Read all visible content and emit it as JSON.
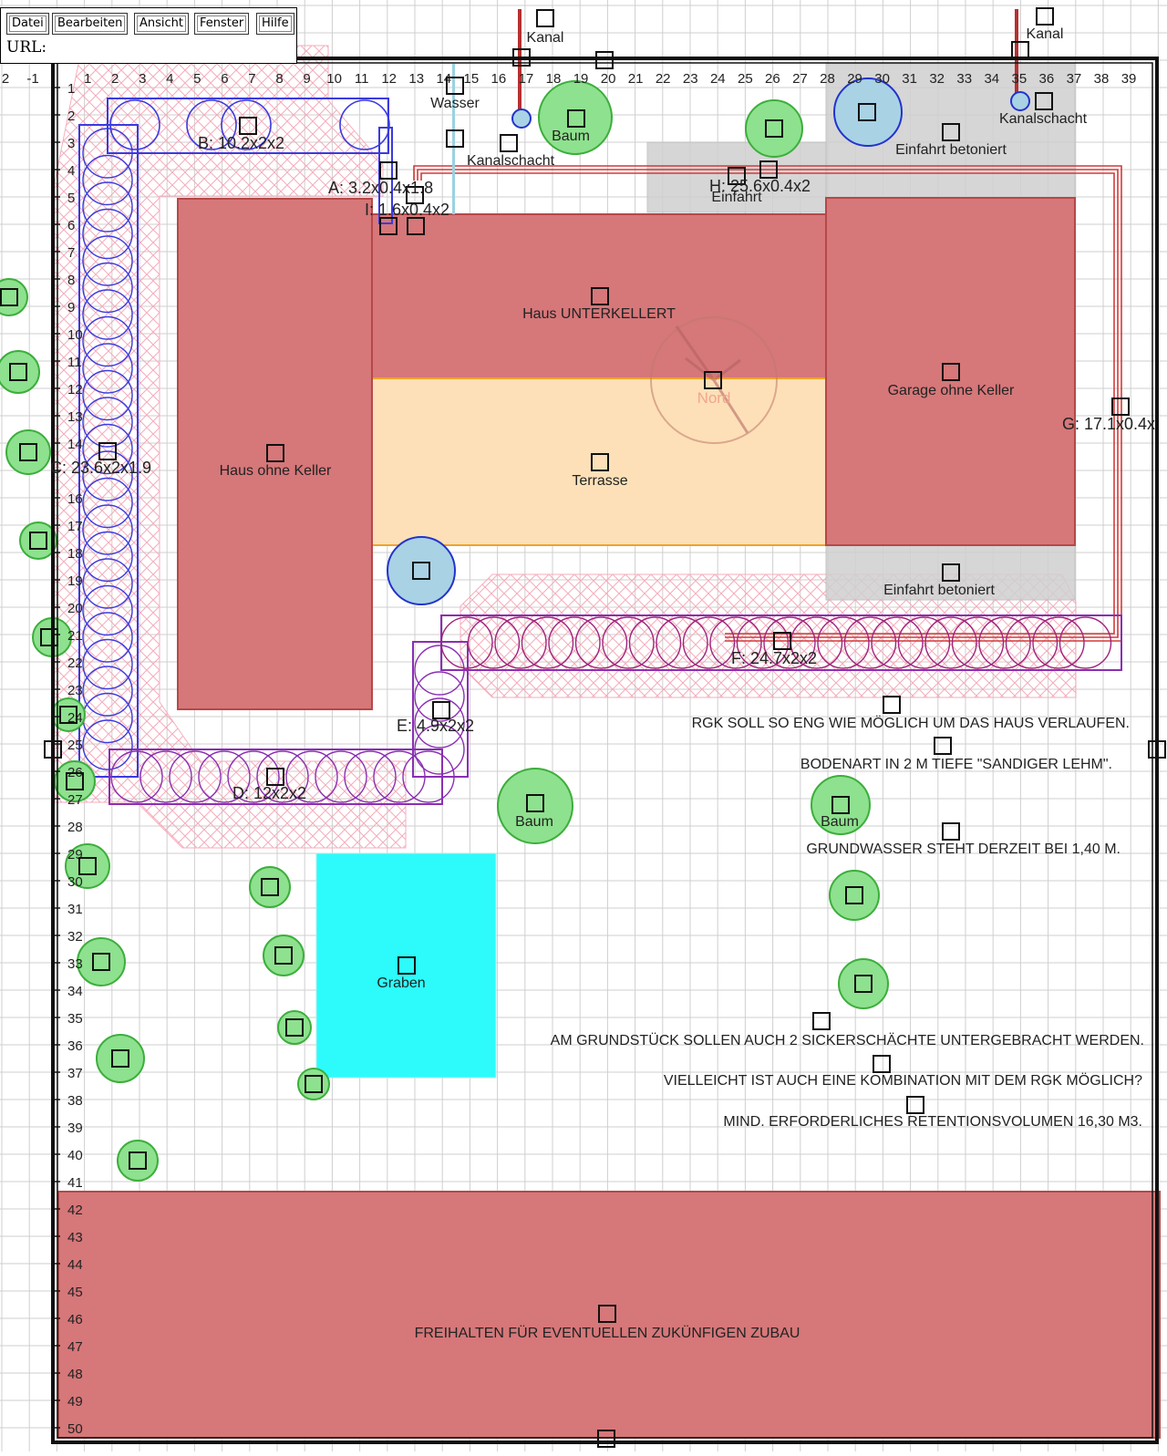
{
  "menu": {
    "items": [
      "Datei",
      "Bearbeiten",
      "Ansicht",
      "Fenster",
      "Hilfe"
    ],
    "url_label": "URL:"
  },
  "ruler": {
    "x_labels": [
      "2",
      "-1",
      "",
      "1",
      "2",
      "3",
      "4",
      "5",
      "6",
      "7",
      "8",
      "9",
      "10",
      "11",
      "12",
      "13",
      "14",
      "15",
      "16",
      "17",
      "18",
      "19",
      "20",
      "21",
      "22",
      "23",
      "24",
      "25",
      "26",
      "27",
      "28",
      "29",
      "30",
      "31",
      "32",
      "33",
      "34",
      "35",
      "36",
      "37",
      "38",
      "39"
    ],
    "y_labels": [
      "1",
      "2",
      "3",
      "4",
      "5",
      "6",
      "7",
      "8",
      "9",
      "10",
      "11",
      "12",
      "13",
      "14",
      "",
      "16",
      "17",
      "18",
      "19",
      "20",
      "21",
      "22",
      "23",
      "24",
      "25",
      "26",
      "27",
      "28",
      "29",
      "30",
      "31",
      "32",
      "33",
      "34",
      "35",
      "36",
      "37",
      "38",
      "39",
      "40",
      "41",
      "42",
      "43",
      "44",
      "45",
      "46",
      "47",
      "48",
      "49",
      "50"
    ]
  },
  "labels": {
    "kanal_1": "Kanal",
    "kanal_2": "Kanal",
    "wasser": "Wasser",
    "baum_1": "Baum",
    "baum_2": "Baum",
    "baum_3": "Baum",
    "kanalschacht_1": "Kanalschacht",
    "kanalschacht_2": "Kanalschacht",
    "einfahrt_top": "Einfahrt betoniert",
    "einfahrt_bottom": "Einfahrt betoniert",
    "einfahrt_small": "Einfahrt",
    "haus_unterkellert": "Haus UNTERKELLERT",
    "haus_ohne_keller": "Haus ohne Keller",
    "garage": "Garage ohne Keller",
    "terrasse": "Terrasse",
    "nord": "Nord",
    "graben": "Graben",
    "zubau": "FREIHALTEN FÜR EVENTUELLEN ZUKÜNFIGEN ZUBAU"
  },
  "trenches": {
    "A": "A: 3.2x0.4x1.8",
    "B": "B: 10.2x2x2",
    "C": "C: 23.6x2x1.9",
    "D": "D: 12x2x2",
    "E": "E: 4.9x2x2",
    "F": "F: 24.7x2x2",
    "G": "G: 17.1x0.4x",
    "H": "H: 25.6x0.4x2",
    "I": "I: 1.6x0.4x2"
  },
  "notes": [
    "RGK SOLL SO ENG WIE MÖGLICH UM DAS HAUS VERLAUFEN.",
    "BODENART IN 2 M TIEFE \"SANDIGER LEHM\".",
    "GRUNDWASSER STEHT DERZEIT BEI 1,40 M.",
    "AM GRUNDSTÜCK SOLLEN AUCH 2 SICKERSCHÄCHTE UNTERGEBRACHT WERDEN.",
    "VIELLEICHT IST AUCH EINE KOMBINATION MIT DEM RGK MÖGLICH?",
    "MIND. ERFORDERLICHES RETENTIONSVOLUMEN 16,30 M3."
  ],
  "colors": {
    "grid": "#cfcfcf",
    "building": "#d67779",
    "building_stroke": "#b64848",
    "terrace": "#fde0b8",
    "terrace_stroke": "#f0a32a",
    "driveway": "#d0d0d0",
    "graben": "#2dfbfb",
    "tree_fill": "#8ee18e",
    "tree_stroke": "#3cae3c",
    "shaft_fill": "#a9d2e5",
    "shaft_stroke": "#2233cc",
    "trench_blue": "#3a3ae0",
    "trench_purple": "#8a2fb2",
    "trench_magenta": "#a0237d",
    "pipe_red": "#d23a3a",
    "hatch": "#f4a6b6"
  }
}
